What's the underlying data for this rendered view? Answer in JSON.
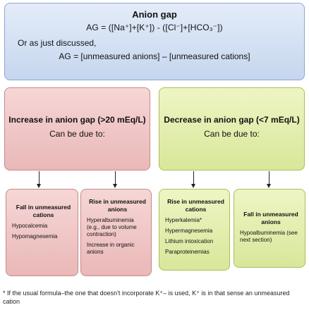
{
  "top": {
    "title": "Anion gap",
    "formula1": "AG = ([Na⁺]+[K⁺])  -  ([Cl⁻]+[HCO₃⁻])",
    "formula2": "Or as just discussed,",
    "formula3": "AG = [unmeasured anions] – [unmeasured cations]"
  },
  "increase": {
    "title": "Increase in anion gap (>20 mEq/L)",
    "subtitle": "Can be due to:"
  },
  "decrease": {
    "title": "Decrease in anion gap (<7 mEq/L)",
    "subtitle": "Can be due to:"
  },
  "boxes": [
    {
      "title": "Fall in unmeasured cations",
      "items": [
        "Hypocalcemia",
        "Hypomagnesemia"
      ]
    },
    {
      "title": "Rise in unmeasured anions",
      "items": [
        "Hyperalbuminemia (e.g., due to volume contraction)",
        "Increase in organic anions"
      ]
    },
    {
      "title": "Rise in unmeasured cations",
      "items": [
        "Hyperkalemia*",
        "Hypermagnesemia",
        "Lithium intoxication",
        "Paraproteinemias"
      ]
    },
    {
      "title": "Fall in unmeasured anions",
      "items": [
        "Hypoalbuminemia (see next section)"
      ]
    }
  ],
  "footnote": "* If the usual formula–the one that doesn't incorporate K⁺– is used, K⁺ is in that sense an unmeasured cation",
  "colors": {
    "blue": "#c6d6ef",
    "red": "#eab8b8",
    "green": "#d8e79a"
  }
}
